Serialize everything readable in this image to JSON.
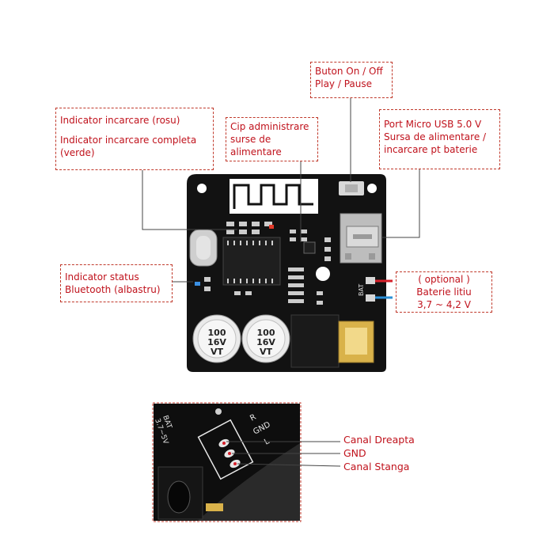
{
  "labels": {
    "buton": [
      "Buton On / Off",
      "Play / Pause"
    ],
    "indicator_incarcare": [
      "Indicator incarcare (rosu)",
      "Indicator incarcare completa",
      "(verde)"
    ],
    "cip": [
      "Cip administrare",
      "surse de",
      "alimentare"
    ],
    "port_usb": [
      "Port Micro USB 5.0 V",
      "Sursa de alimentare /",
      "incarcare pt baterie"
    ],
    "indicator_status": [
      "Indicator status",
      "Bluetooth (albastru)"
    ],
    "baterie": [
      "( optional )",
      "Baterie litiu",
      "3,7 ~ 4,2 V"
    ]
  },
  "board": {
    "capacitor_text": [
      "100",
      "16V",
      "VT"
    ],
    "bat_marking": "BAT"
  },
  "closeup": {
    "pads": [
      "R",
      "GND",
      "L"
    ],
    "side_text": [
      "BAT",
      "3.7~5V"
    ],
    "channels": [
      "Canal Dreapta",
      "GND",
      "Canal Stanga"
    ]
  },
  "colors": {
    "label_text": "#c0121c",
    "wire_red": "#d6202a",
    "wire_blue": "#2a8fd6",
    "board": "#111111"
  }
}
